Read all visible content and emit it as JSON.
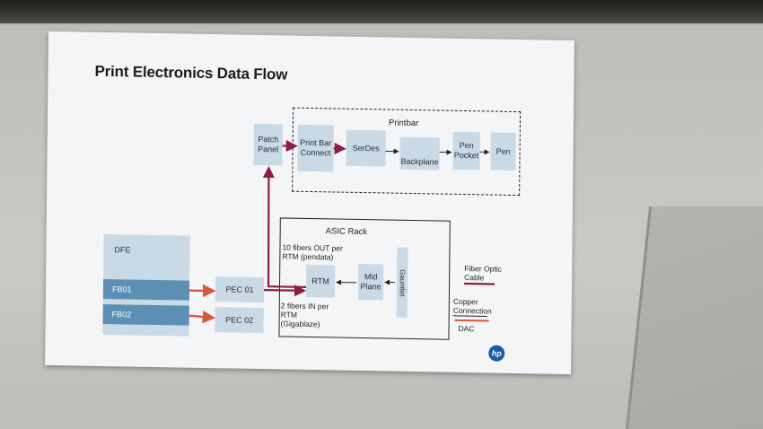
{
  "title": "Print Electronics Data Flow",
  "printbar_label": "Printbar",
  "asic_label": "ASIC Rack",
  "boxes": {
    "patch_panel": "Patch Panel",
    "print_bar_connect": "Print Bar Connect",
    "serdes": "SerDes",
    "backplane": "Backplane",
    "pen_pocket": "Pen Pocket",
    "pen": "Pen",
    "dfe": "DFE",
    "fb01": "FB01",
    "fb02": "FB02",
    "pec01": "PEC 01",
    "pec02": "PEC 02",
    "rtm": "RTM",
    "mid_plane": "Mid Plane",
    "gauntlet": "Gauntlet"
  },
  "notes": {
    "out_fibers": "10 fibers OUT per RTM (pendata)",
    "in_fibers": "2 fibers IN per RTM (Gigablaze)"
  },
  "legend": {
    "fiber": "Fiber Optic Cable",
    "copper": "Copper Connection",
    "dac": "DAC"
  },
  "logo": "hp",
  "colors": {
    "fiber": "#8a1f45",
    "dac": "#d8563a",
    "copper": "#222222",
    "box": "#c9d9e6",
    "box_dark": "#5d8fb4"
  }
}
